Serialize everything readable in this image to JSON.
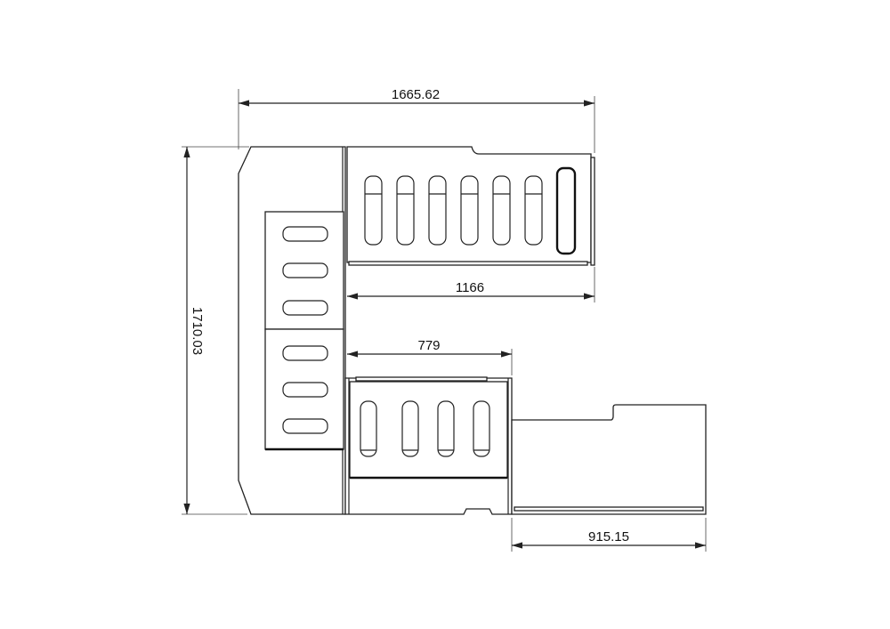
{
  "drawing": {
    "dimensions": {
      "overall_width": "1665.62",
      "overall_height": "1710.03",
      "upper_module_width": "1166",
      "middle_module_width": "779",
      "right_module_width": "915.15"
    },
    "line_color": "#222222",
    "background": "#ffffff"
  }
}
